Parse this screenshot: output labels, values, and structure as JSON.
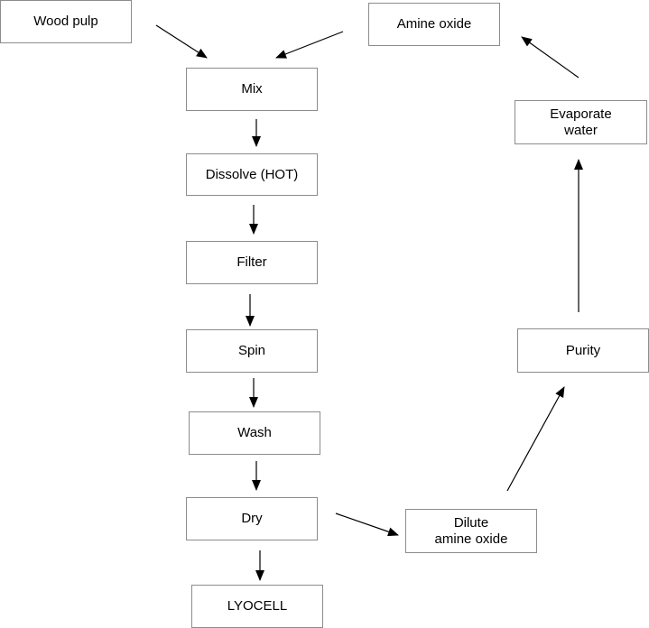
{
  "diagram": {
    "type": "flowchart",
    "nodes": {
      "wood_pulp": "Wood pulp",
      "amine_oxide": "Amine oxide",
      "mix": "Mix",
      "dissolve": "Dissolve (HOT)",
      "filter": "Filter",
      "spin": "Spin",
      "wash": "Wash",
      "dry": "Dry",
      "lyocell": "LYOCELL",
      "dilute": "Dilute\namine oxide",
      "purity": "Purity",
      "evaporate": "Evaporate\nwater"
    },
    "edges": [
      {
        "from": "Wood pulp",
        "to": "Mix"
      },
      {
        "from": "Amine oxide",
        "to": "Mix"
      },
      {
        "from": "Mix",
        "to": "Dissolve (HOT)"
      },
      {
        "from": "Dissolve (HOT)",
        "to": "Filter"
      },
      {
        "from": "Filter",
        "to": "Spin"
      },
      {
        "from": "Spin",
        "to": "Wash"
      },
      {
        "from": "Wash",
        "to": "Dry"
      },
      {
        "from": "Dry",
        "to": "LYOCELL"
      },
      {
        "from": "Dry",
        "to": "Dilute amine oxide"
      },
      {
        "from": "Dilute amine oxide",
        "to": "Purity"
      },
      {
        "from": "Purity",
        "to": "Evaporate water"
      },
      {
        "from": "Evaporate water",
        "to": "Amine oxide"
      }
    ],
    "colors": {
      "box_border": "#8c8c8c",
      "arrow": "#000000",
      "text": "#000000"
    }
  }
}
